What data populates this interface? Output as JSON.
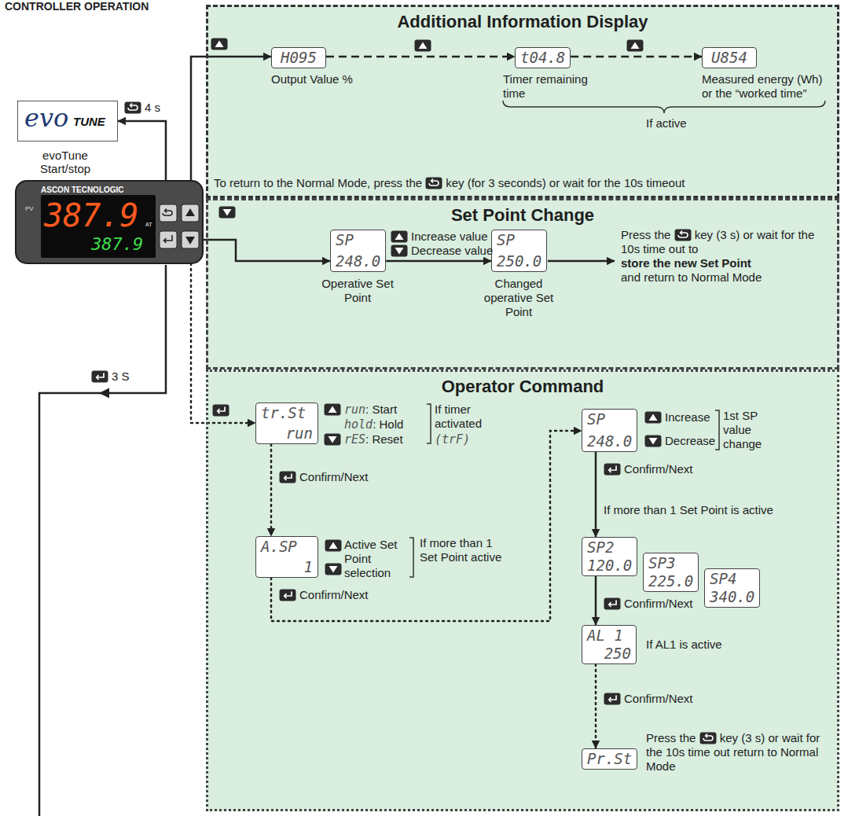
{
  "diagram": {
    "title": "CONTROLLER OPERATION",
    "nodes": [
      {
        "text": [
          "Additional Information Display"
        ]
      },
      {
        "text": [
          "H095"
        ],
        "in": 0
      },
      {
        "text": [
          "t04.8"
        ],
        "in": 0
      },
      {
        "text": [
          "U854"
        ],
        "in": 0
      },
      {
        "text": [
          "Set Point Change"
        ]
      },
      {
        "text": [
          "SP",
          "248.0"
        ],
        "in": 4
      },
      {
        "text": [
          "SP",
          "250.0"
        ],
        "in": 4
      },
      {
        "text": [
          "Operator Command"
        ]
      },
      {
        "text": [
          "tr.St",
          "run"
        ],
        "in": 7
      },
      {
        "text": [
          "A.SP",
          "1"
        ],
        "in": 7
      },
      {
        "text": [
          "SP",
          "248.0"
        ],
        "in": 7
      },
      {
        "text": [
          "SP2",
          "120.0"
        ],
        "in": 7
      },
      {
        "text": [
          "SP3",
          "225.0"
        ],
        "in": 7
      },
      {
        "text": [
          "SP4",
          "340.0"
        ],
        "in": 7
      },
      {
        "text": [
          "AL 1",
          "250"
        ],
        "in": 7
      },
      {
        "text": [
          "Pr.St"
        ],
        "in": 7
      },
      {
        "text": [
          "evo",
          "TUNE",
          "evoTune Start/stop"
        ]
      },
      {
        "text": [
          "ASCON TECNOLOGIC",
          "PV",
          "387.9",
          "AT",
          "387.9"
        ]
      }
    ],
    "edges": [
      {
        "from": 17,
        "to": 16,
        "arrow": "to"
      },
      {
        "from": 17,
        "to": 1,
        "arrow": "to"
      },
      {
        "from": 1,
        "to": 2,
        "arrow": "to"
      },
      {
        "from": 2,
        "to": 3,
        "arrow": "to"
      },
      {
        "from": 17,
        "to": 5,
        "arrow": "to"
      },
      {
        "from": 5,
        "to": 6,
        "arrow": "to"
      },
      {
        "from": 17,
        "to": 8,
        "arrow": "to"
      },
      {
        "from": 8,
        "to": 9,
        "arrow": "to"
      },
      {
        "from": 9,
        "to": 10,
        "arrow": "to"
      },
      {
        "from": 10,
        "to": 11,
        "arrow": "to"
      },
      {
        "from": 11,
        "to": 14,
        "arrow": "to"
      },
      {
        "from": 14,
        "to": 15,
        "arrow": "to"
      }
    ],
    "labels": [
      "4 s",
      "Output Value %",
      "Timer remaining time",
      "Measured energy (Wh) or the “worked time”",
      "If active",
      "To return to the Normal Mode, press the",
      "key (for 3 seconds) or wait for the 10s timeout",
      "Increase value",
      "Decrease value",
      "Operative Set Point",
      "Changed operative Set Point",
      "Press the",
      "key (3 s) or wait for the 10s time out to",
      "store the new Set Point",
      "and return to Normal Mode",
      "run",
      ": Start",
      "hold",
      ": Hold",
      "rES",
      ": Reset",
      "If timer activated",
      "(trF)",
      "Confirm/Next",
      "Active Set Point selection",
      "If more than 1 Set Point active",
      "Confirm/Next",
      "Increase",
      "Decrease",
      "1st SP value change",
      "Confirm/Next",
      "If more than 1 Set Point is active",
      "Confirm/Next",
      "If AL1 is active",
      "Confirm/Next",
      "Press the",
      "key (3 s) or wait for the 10s time out return to Normal Mode",
      "3 S"
    ]
  }
}
